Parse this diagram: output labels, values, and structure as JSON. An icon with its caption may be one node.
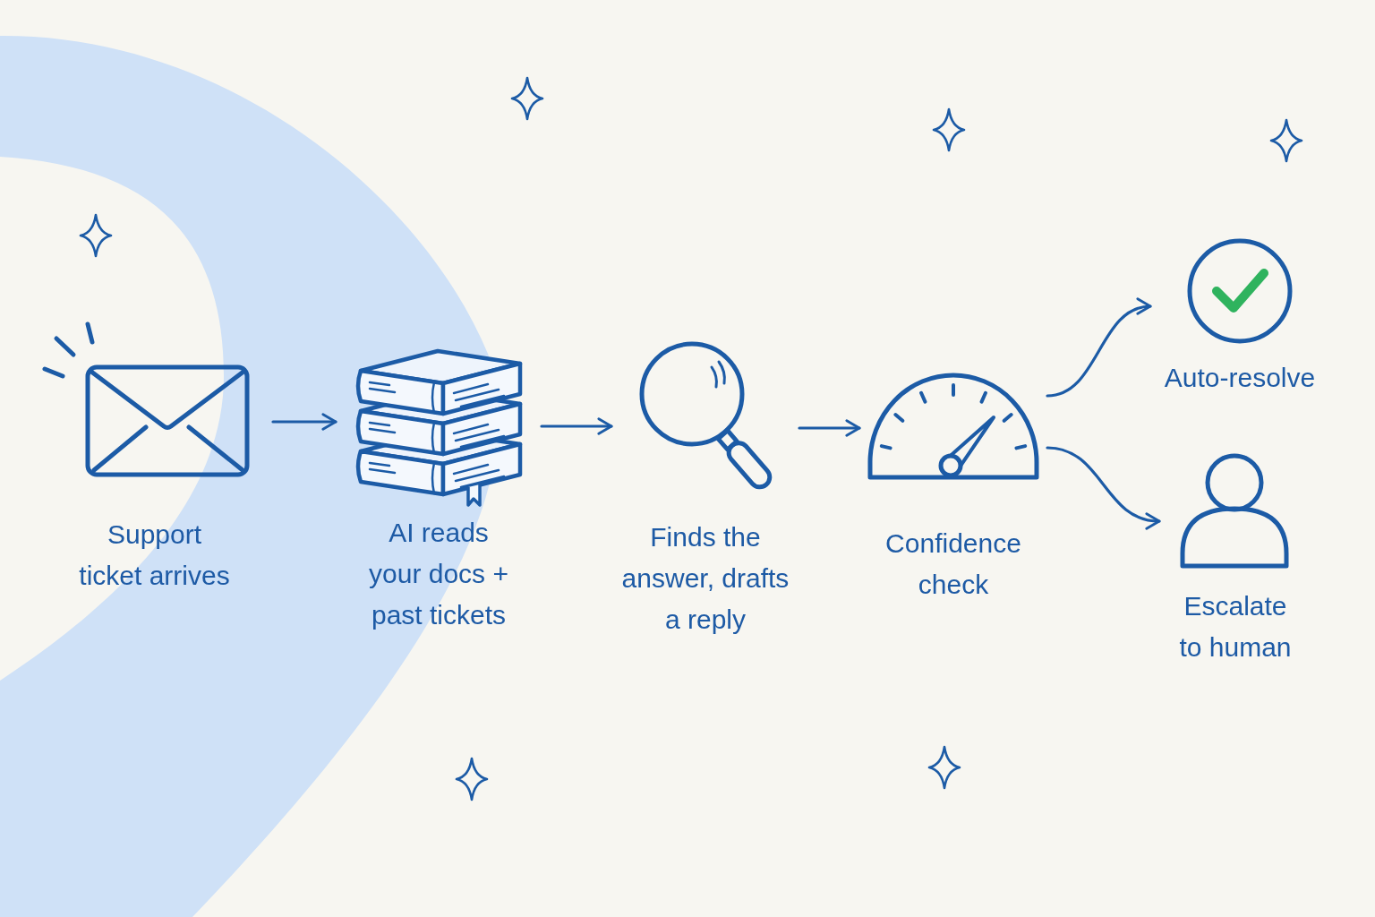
{
  "diagram": {
    "nodes": [
      {
        "text": [
          "Support ticket arrives"
        ]
      },
      {
        "text": [
          "AI reads your docs + past tickets"
        ]
      },
      {
        "text": [
          "Finds the answer, drafts a reply"
        ]
      },
      {
        "text": [
          "Confidence check"
        ]
      },
      {
        "text": [
          "Auto-resolve"
        ]
      },
      {
        "text": [
          "Escalate to human"
        ]
      }
    ],
    "edges": [
      {
        "from": 0,
        "to": 1,
        "arrow": "to"
      },
      {
        "from": 1,
        "to": 2,
        "arrow": "to"
      },
      {
        "from": 2,
        "to": 3,
        "arrow": "to"
      },
      {
        "from": 3,
        "to": 4,
        "arrow": "to"
      },
      {
        "from": 3,
        "to": 5,
        "arrow": "to"
      }
    ]
  }
}
